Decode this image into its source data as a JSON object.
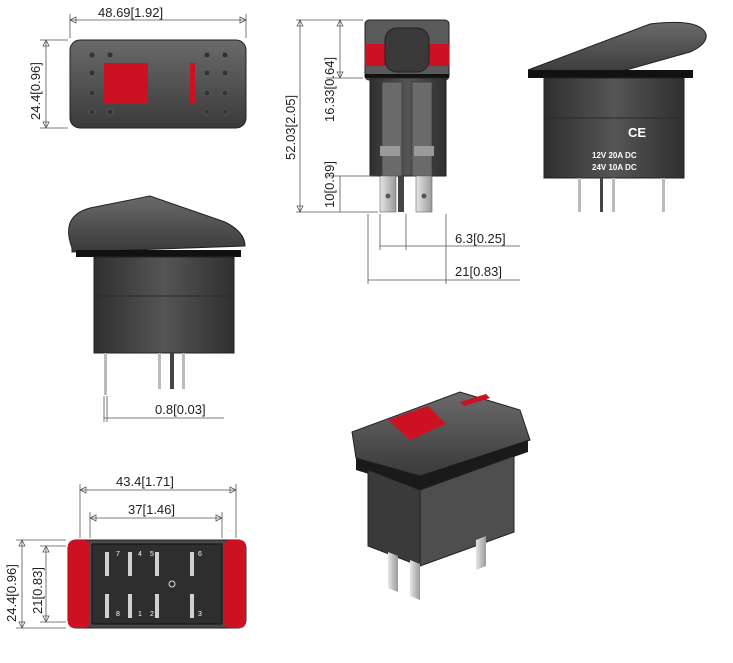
{
  "dimensions": {
    "top_width": "48.69",
    "top_width_in": "1.92",
    "top_height": "24.4",
    "top_height_in": "0.96",
    "front_total_height": "52.03",
    "front_total_height_in": "2.05",
    "front_head_height": "16.33",
    "front_head_height_in": "0.64",
    "front_terminal_length": "10",
    "front_terminal_length_in": "0.39",
    "terminal_width": "6.3",
    "terminal_width_in": "0.25",
    "body_depth": "21",
    "body_depth_in": "0.83",
    "terminal_thickness": "0.8",
    "terminal_thickness_in": "0.03",
    "bottom_outer_width": "43.4",
    "bottom_outer_width_in": "1.71",
    "bottom_inner_width": "37",
    "bottom_inner_width_in": "1.46",
    "bottom_outer_height": "24.4",
    "bottom_outer_height_in": "0.96",
    "bottom_inner_height": "21",
    "bottom_inner_height_in": "0.83"
  },
  "markings": {
    "ce_mark": "CE",
    "rating_line_1": "12V  20A  DC",
    "rating_line_2": "24V  10A  DC"
  },
  "pin_numbers": [
    "7",
    "4",
    "5",
    "6",
    "8",
    "1",
    "2",
    "3"
  ],
  "colors": {
    "housing": "#4a4a4a",
    "housing_dark": "#2e2e2e",
    "actuator": "#5a5a5a",
    "indicator_red": "#cc1122",
    "terminal": "#c8c8c8",
    "dimension_line": "#555555"
  }
}
